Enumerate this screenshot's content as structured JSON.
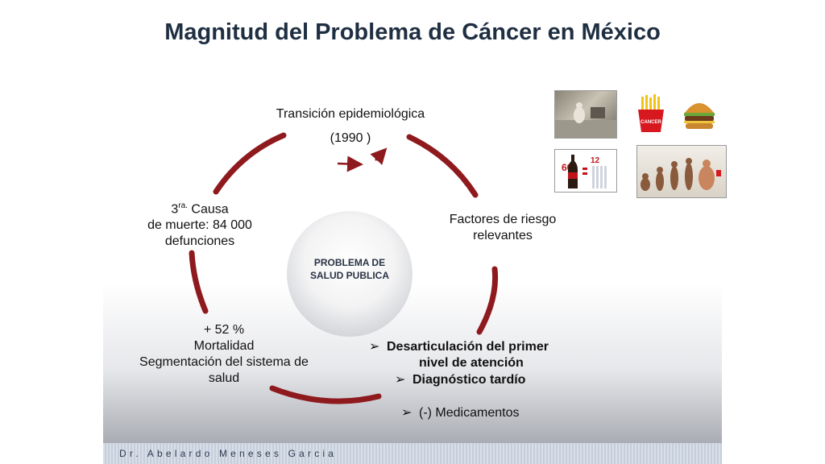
{
  "title": "Magnitud del Problema de Cáncer en México",
  "center": {
    "line1": "PROBLEMA DE",
    "line2": "SALUD PUBLICA"
  },
  "top": {
    "line1": "Transición epidemiológica",
    "line2": "(1990 )"
  },
  "right": {
    "line1": "Factores de riesgo",
    "line2": "relevantes"
  },
  "left": {
    "num": "3",
    "sup": "ra.",
    "line1_rest": " Causa",
    "line2": "de muerte: 84 000",
    "line3": "defunciones"
  },
  "bottom_left": {
    "line1": "+ 52 %",
    "line2": "Mortalidad",
    "line3": "Segmentación del sistema de",
    "line4": "salud"
  },
  "bullets": {
    "marker": "➢",
    "item1_line1": "Desarticulación del primer",
    "item1_line2": "nivel de atención",
    "item2": "Diagnóstico tardío",
    "item3": "(-) Medicamentos"
  },
  "fries_label": "CANCER",
  "bottle_label_1": "60",
  "bottle_label_2": "12",
  "footer": "Dr. Abelardo Meneses Garcia",
  "colors": {
    "arc": "#8e1a1e",
    "title": "#1f2f42"
  }
}
